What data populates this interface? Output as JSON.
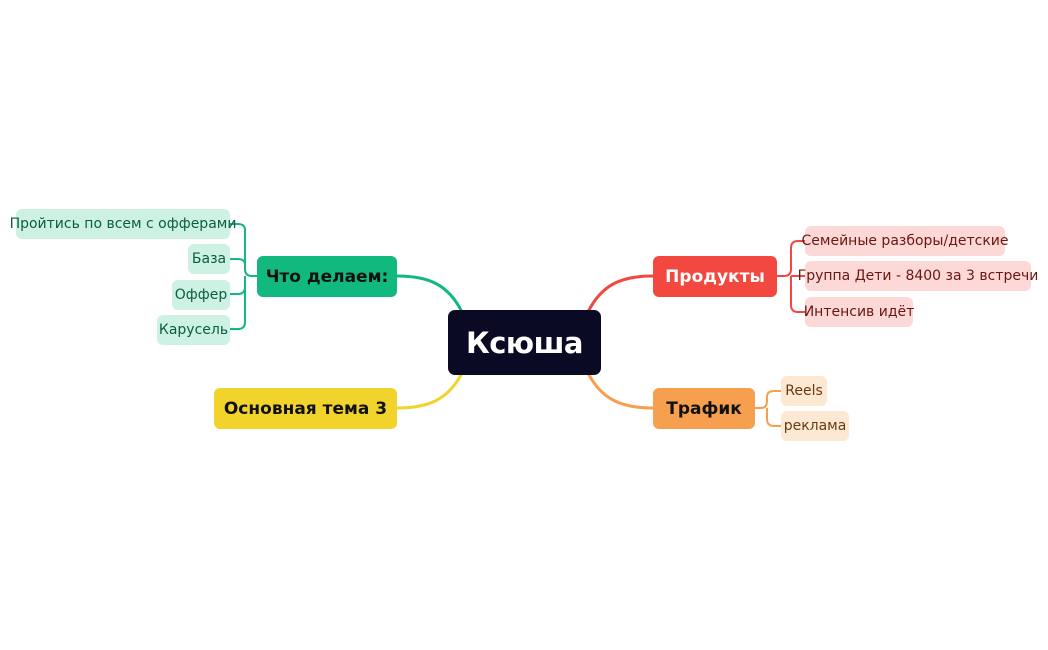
{
  "colors": {
    "root_bg": "#0b0a24",
    "root_text": "#ffffff",
    "green": "#12b97e",
    "green_leaf_bg": "#cdf2e3",
    "green_leaf_text": "#0b5d40",
    "yellow": "#f2d32b",
    "red": "#f3483f",
    "red_leaf_bg": "#fcd9d7",
    "red_leaf_text": "#6b1611",
    "orange": "#f6a04f",
    "orange_leaf_bg": "#fde8d3",
    "orange_leaf_text": "#6a3a0f",
    "branch_dark_text": "#111111",
    "branch_light_text": "#ffffff"
  },
  "root": {
    "label": "Ксюша"
  },
  "branches": {
    "green": {
      "label": "Что делаем:",
      "children": [
        "Пройтись по всем с офферами",
        "База",
        "Оффер",
        "Карусель"
      ]
    },
    "yellow": {
      "label": "Основная тема 3",
      "children": []
    },
    "red": {
      "label": "Продукты",
      "children": [
        "Семейные разборы/детские",
        "Группа Дети - 8400 за 3 встречи",
        "Интенсив идёт"
      ]
    },
    "orange": {
      "label": "Трафик",
      "children": [
        "Reels",
        "реклама"
      ]
    }
  }
}
